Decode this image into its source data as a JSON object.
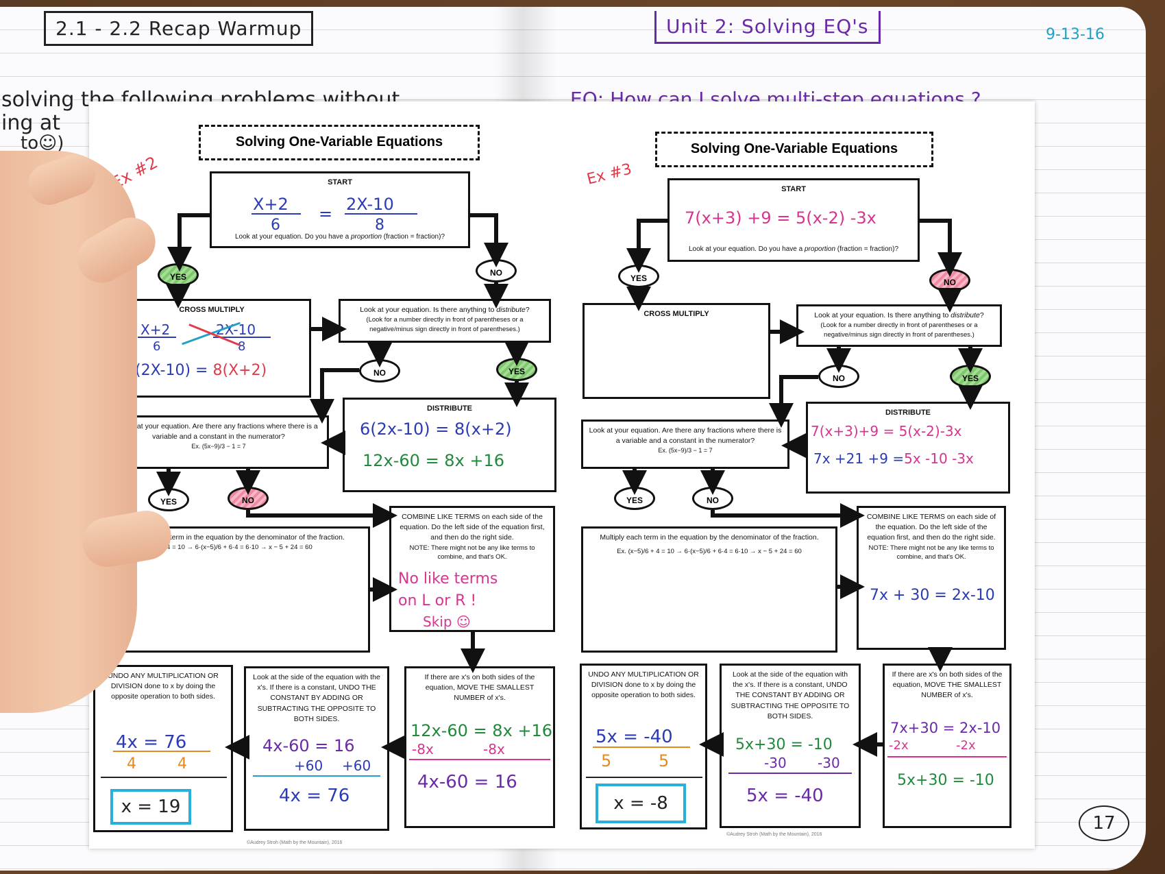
{
  "left_page": {
    "header": "2.1 - 2.2 Recap Warmup",
    "notes": [
      "solving the following problems without",
      "ing at",
      "to☺)"
    ]
  },
  "right_page": {
    "header": "Unit 2: Solving EQ's",
    "date": "9-13-16",
    "eq": "EQ: How can I solve multi-step equations ?",
    "page_number": "17"
  },
  "flowchart_common": {
    "title": "Solving One-Variable Equations",
    "start": "START",
    "start_prompt_a": "Look at your equation.  Do you have a ",
    "start_prompt_b": "proportion",
    "start_prompt_c": " (fraction = fraction)?",
    "yes": "YES",
    "no": "NO",
    "cross_multiply": "CROSS MULTIPLY",
    "distribute_q_a": "Look at your equation.  Is there anything to ",
    "distribute_q_b": "distribute",
    "distribute_q_c": "?",
    "distribute_q_note": "(Look for a number directly in front of parentheses or a negative/minus sign directly in front of parentheses.)",
    "distribute": "DISTRIBUTE",
    "fractions_q": "Look at your equation.  Are there any fractions where there is a variable and a constant in the numerator?",
    "fractions_ex": "Ex. (5x−9)/3 − 1 = 7",
    "combine": "COMBINE LIKE TERMS on each side of the equation.  Do the left side of the equation first, and then do the right side.",
    "combine_note": "NOTE: There might not be any like terms to combine, and that's OK.",
    "multiply_denominator": "Multiply each term in the equation by the denominator of the fraction.",
    "multiply_ex": "Ex. (x−5)/6 + 4 = 10 → 6·(x−5)/6 + 6·4 = 6·10 → x − 5 + 24 = 60",
    "multiply_denominator_partial": "h term in the equation by the denominator of the fraction.",
    "multiply_ex_partial": "+ 4 = 10 → 6·(x−5)/6 + 6·4 = 6·10 → x − 5 + 24 = 60",
    "move_smallest": "If there are x's on both sides of the equation, MOVE THE SMALLEST NUMBER of x's.",
    "undo_constant": "Look at the side of the equation with the x's.  If there is a constant, UNDO THE CONSTANT BY ADDING OR SUBTRACTING THE OPPOSITE TO BOTH SIDES.",
    "undo_mult": "UNDO ANY MULTIPLICATION OR DIVISION done to x by doing the opposite operation to both sides.",
    "copyright": "©Audrey Stroh (Math by the Mountain), 2016"
  },
  "ex2": {
    "label": "Ex #2",
    "start_left": "X+2",
    "start_left_den": "6",
    "start_eq": "=",
    "start_right": "2X-10",
    "start_right_den": "8",
    "cross_l": "X+2",
    "cross_l_den": "6",
    "cross_r": "2X-10",
    "cross_r_den": "8",
    "cross_result_a": "6(2X-10) =",
    "cross_result_b": "8(X+2)",
    "distribute_line1": "6(2x-10) = 8(x+2)",
    "distribute_line2": "12x-60 = 8x +16",
    "combine_hw1": "No like terms",
    "combine_hw2": "on  L or R !",
    "combine_hw3": "Skip ☺",
    "move1": "12x-60 = 8x +16",
    "move2a": "-8x",
    "move2b": "-8x",
    "move3": "4x-60 = 16",
    "const1": "4x-60 = 16",
    "const2a": "+60",
    "const2b": "+60",
    "const3": "4x = 76",
    "mult1": "4x = 76",
    "mult2a": "4",
    "mult2b": "4",
    "answer": "x = 19"
  },
  "ex3": {
    "label": "Ex #3",
    "start_eq": "7(x+3) +9 = 5(x-2) -3x",
    "distribute_line1": "7(x+3)+9 = 5(x-2)-3x",
    "distribute_line2a": "7x",
    "distribute_line2b": "+21",
    "distribute_line2c": "+9",
    "distribute_line2d": "=",
    "distribute_line2e": "5x",
    "distribute_line2f": "-10",
    "distribute_line2g": "-3x",
    "combine_result": "7x + 30 = 2x-10",
    "move1": "7x+30 = 2x-10",
    "move2a": "-2x",
    "move2b": "-2x",
    "move3": "5x+30 = -10",
    "const1": "5x+30 = -10",
    "const2a": "-30",
    "const2b": "-30",
    "const3": "5x = -40",
    "mult1": "5x = -40",
    "mult2a": "5",
    "mult2b": "5",
    "answer": "x = -8"
  }
}
